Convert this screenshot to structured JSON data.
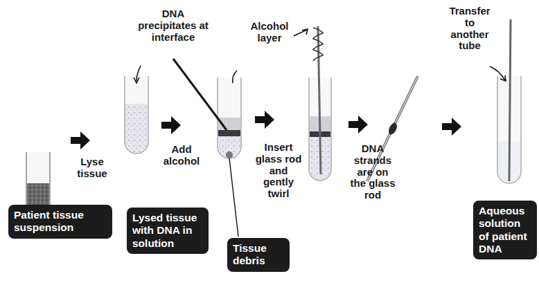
{
  "diagram": {
    "nodes": [
      {
        "text": [
          "Patient tissue suspension"
        ]
      },
      {
        "text": [
          "Lysed tissue with DNA in solution"
        ]
      },
      {
        "text": [
          "Tissue debris"
        ]
      },
      {
        "text": [
          "Aqueous solution of patient DNA"
        ]
      }
    ],
    "labels": [
      "DNA precipitates at interface",
      "Alcohol layer",
      "Lyse tissue",
      "Add alcohol",
      "Insert glass rod and gently twirl",
      "DNA strands are on the glass rod",
      "Transfer to another tube"
    ]
  }
}
